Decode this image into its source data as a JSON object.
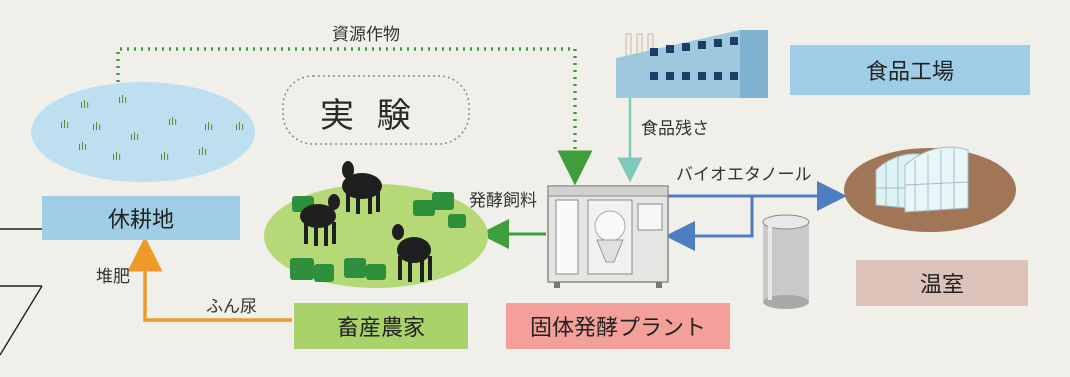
{
  "colors": {
    "background": "#f1efe9",
    "blue_box": "#9fcde6",
    "green_box": "#a9d26a",
    "red_box": "#f3a09b",
    "brown_box": "#dcc2b8",
    "field_blue": "#bddfef",
    "pasture_green": "#b6d977",
    "greenhouse_floor": "#a07657",
    "green_arrow": "#3f9e3c",
    "orange_arrow": "#ee9a2a",
    "blue_arrow": "#4d7fc0",
    "teal_arrow": "#7ec9bb"
  },
  "labels": {
    "resource_crops": "資源作物",
    "experiment": "実 験",
    "food_waste": "食品残さ",
    "bioethanol": "バイオエタノール",
    "fermented_feed": "発酵飼料",
    "compost": "堆肥",
    "manure": "ふん尿"
  },
  "boxes": {
    "food_factory": "食品工場",
    "fallow_land": "休耕地",
    "livestock_farmer": "畜産農家",
    "solid_fermentation_plant": "固体発酵プラント",
    "greenhouse": "温室"
  }
}
